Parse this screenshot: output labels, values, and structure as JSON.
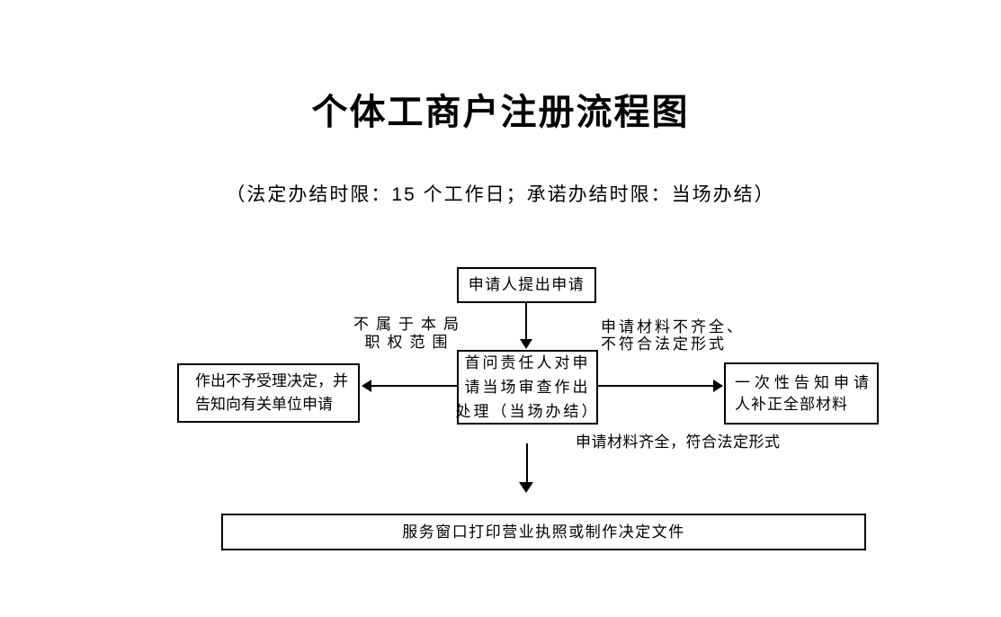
{
  "title": "个体工商户注册流程图",
  "subtitle": "（法定办结时限：15 个工作日；承诺办结时限：当场办结）",
  "diagram": {
    "nodes": {
      "start": {
        "lines": [
          "申请人提出申请"
        ]
      },
      "review": {
        "lines": [
          "首问责任人对申",
          "请当场审查作出",
          "处理（当场办结）"
        ]
      },
      "reject": {
        "lines": [
          "作出不予受理决定，并",
          "告知向有关单位申请"
        ]
      },
      "supplement": {
        "lines": [
          "一次性告知申请",
          "人补正全部材料"
        ]
      },
      "print": {
        "lines": [
          "服务窗口打印营业执照或制作决定文件"
        ]
      }
    },
    "edge_labels": {
      "out_of_scope": {
        "lines": [
          "不属于本局",
          "职权范围"
        ]
      },
      "materials_incomplete": {
        "lines": [
          "申请材料不齐全、",
          "不符合法定形式"
        ]
      },
      "materials_complete": {
        "lines": [
          "申请材料齐全，符合法定形式"
        ]
      }
    },
    "colors": {
      "line": "#000000",
      "text": "#000000",
      "background": "#ffffff"
    }
  }
}
